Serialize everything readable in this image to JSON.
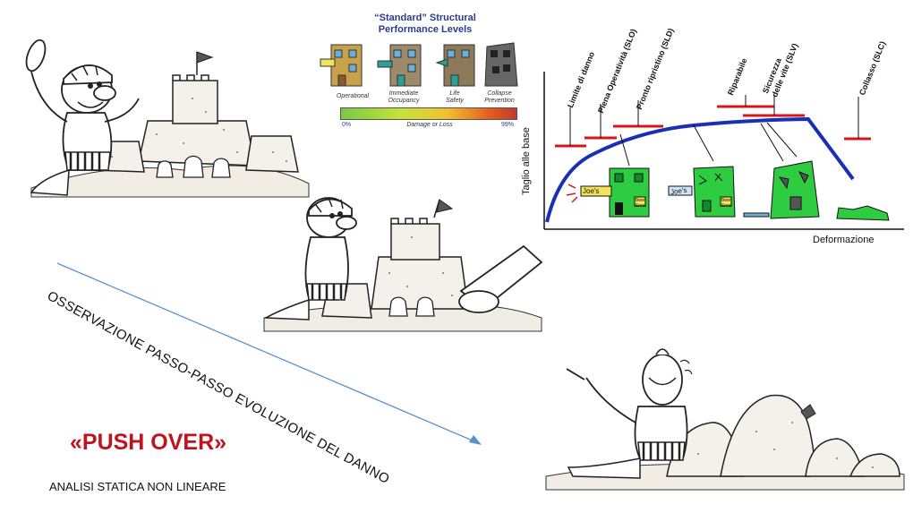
{
  "slide": {
    "title": "«PUSH OVER»",
    "subtitle": "ANALISI STATICA NON LINEARE",
    "diagonal_caption": "OSSERVAZIONE PASSO-PASSO EVOLUZIONE DEL DANNO"
  },
  "performance_panel": {
    "title_line1": "“Standard” Structural",
    "title_line2": "Performance Levels",
    "levels": [
      {
        "label_line1": "Operational",
        "label_line2": ""
      },
      {
        "label_line1": "Immediate",
        "label_line2": "Occupancy"
      },
      {
        "label_line1": "Life",
        "label_line2": "Safety"
      },
      {
        "label_line1": "Collapse",
        "label_line2": "Prevention"
      }
    ],
    "bar_min": "0%",
    "bar_max": "99%",
    "bar_label": "Damage or Loss"
  },
  "curve": {
    "y_label": "Taglio alle base",
    "x_label": "Deformazione",
    "limit_labels": [
      "Limite di danno",
      "Piena Operatività (SLO)",
      "Pronto ripristino (SLD)",
      "Riparabile",
      "Sicurezza delle vite (SLV)",
      "Collasso (SLC)"
    ],
    "shop_sign": "Joe's",
    "shop_board": "Beer Food",
    "curve_color": "#1a2fb8",
    "limit_color": "#d9141c",
    "building_color": "#2ecc40"
  },
  "colors": {
    "title_red": "#c0141c",
    "arrow_blue": "#5b8fd0"
  }
}
